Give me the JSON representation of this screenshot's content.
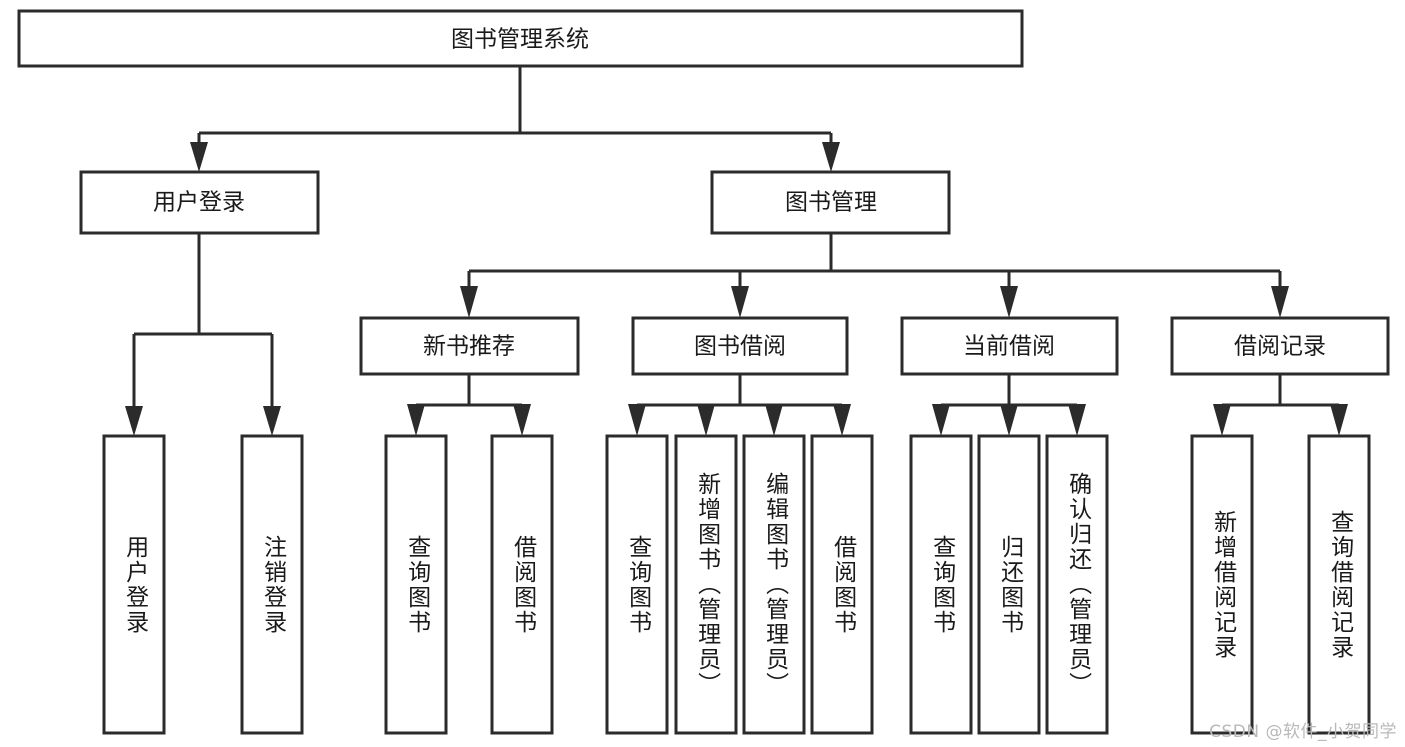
{
  "diagram": {
    "type": "tree",
    "title": "图书管理系统",
    "orientation": "top-down",
    "background_color": "#ffffff",
    "box_stroke_color": "#2b2b2b",
    "text_color": "#1a1a1a",
    "root": {
      "id": "root",
      "label": "图书管理系统",
      "text_direction": "horizontal"
    },
    "level2": [
      {
        "id": "user-login",
        "label": "用户登录",
        "text_direction": "horizontal"
      },
      {
        "id": "book-manage",
        "label": "图书管理",
        "text_direction": "horizontal"
      }
    ],
    "level3": [
      {
        "id": "new-book-recommend",
        "label": "新书推荐",
        "parent": "book-manage",
        "text_direction": "horizontal"
      },
      {
        "id": "book-borrow",
        "label": "图书借阅",
        "parent": "book-manage",
        "text_direction": "horizontal"
      },
      {
        "id": "current-borrow",
        "label": "当前借阅",
        "parent": "book-manage",
        "text_direction": "horizontal"
      },
      {
        "id": "borrow-record",
        "label": "借阅记录",
        "parent": "book-manage",
        "text_direction": "horizontal"
      }
    ],
    "leaves": [
      {
        "id": "leaf-user-login",
        "label": "用户登录",
        "parent": "user-login",
        "text_direction": "vertical"
      },
      {
        "id": "leaf-logout-login",
        "label": "注销登录",
        "parent": "user-login",
        "text_direction": "vertical"
      },
      {
        "id": "leaf-query-book-rec",
        "label": "查询图书",
        "parent": "new-book-recommend",
        "text_direction": "vertical"
      },
      {
        "id": "leaf-borrow-book-rec",
        "label": "借阅图书",
        "parent": "new-book-recommend",
        "text_direction": "vertical"
      },
      {
        "id": "leaf-query-book-borrow",
        "label": "查询图书",
        "parent": "book-borrow",
        "text_direction": "vertical"
      },
      {
        "id": "leaf-add-book-admin",
        "label": "新增图书（管理员）",
        "parent": "book-borrow",
        "text_direction": "vertical"
      },
      {
        "id": "leaf-edit-book-admin",
        "label": "编辑图书（管理员）",
        "parent": "book-borrow",
        "text_direction": "vertical"
      },
      {
        "id": "leaf-borrow-book",
        "label": "借阅图书",
        "parent": "book-borrow",
        "text_direction": "vertical"
      },
      {
        "id": "leaf-query-book-current",
        "label": "查询图书",
        "parent": "current-borrow",
        "text_direction": "vertical"
      },
      {
        "id": "leaf-return-book",
        "label": "归还图书",
        "parent": "current-borrow",
        "text_direction": "vertical"
      },
      {
        "id": "leaf-confirm-return-admin",
        "label": "确认归还（管理员）",
        "parent": "current-borrow",
        "text_direction": "vertical"
      },
      {
        "id": "leaf-add-borrow-record",
        "label": "新增借阅记录",
        "parent": "borrow-record",
        "text_direction": "vertical"
      },
      {
        "id": "leaf-query-borrow-record",
        "label": "查询借阅记录",
        "parent": "borrow-record",
        "text_direction": "vertical"
      }
    ]
  },
  "watermark": {
    "text": "CSDN @软件_小贺同学"
  }
}
